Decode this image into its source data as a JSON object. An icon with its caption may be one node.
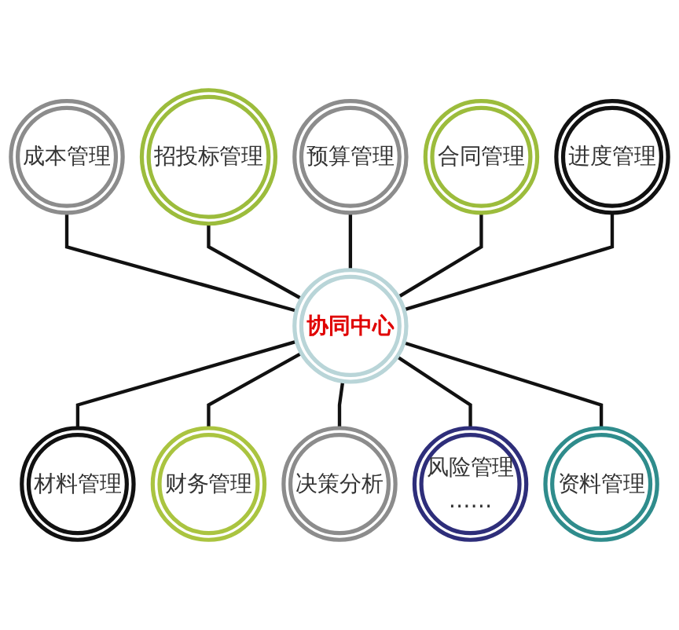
{
  "diagram": {
    "nodes": [
      {
        "text": [
          "协同中心"
        ]
      },
      {
        "text": [
          "预算管理"
        ]
      },
      {
        "text": [
          "合同管理"
        ]
      },
      {
        "text": [
          "进度管理"
        ]
      },
      {
        "text": [
          "资料管理"
        ]
      },
      {
        "text": [
          "风险管理",
          "……"
        ]
      },
      {
        "text": [
          "决策分析"
        ]
      },
      {
        "text": [
          "财务管理"
        ]
      },
      {
        "text": [
          "材料管理"
        ]
      },
      {
        "text": [
          "成本管理"
        ]
      },
      {
        "text": [
          "招投标管理"
        ]
      }
    ],
    "edges": [
      {
        "from": 9,
        "to": 0,
        "arrow": "none"
      },
      {
        "from": 10,
        "to": 0,
        "arrow": "none"
      },
      {
        "from": 1,
        "to": 0,
        "arrow": "none"
      },
      {
        "from": 2,
        "to": 0,
        "arrow": "none"
      },
      {
        "from": 3,
        "to": 0,
        "arrow": "none"
      },
      {
        "from": 0,
        "to": 8,
        "arrow": "none"
      },
      {
        "from": 0,
        "to": 7,
        "arrow": "none"
      },
      {
        "from": 0,
        "to": 6,
        "arrow": "none"
      },
      {
        "from": 0,
        "to": 5,
        "arrow": "none"
      },
      {
        "from": 0,
        "to": 4,
        "arrow": "none"
      }
    ]
  }
}
